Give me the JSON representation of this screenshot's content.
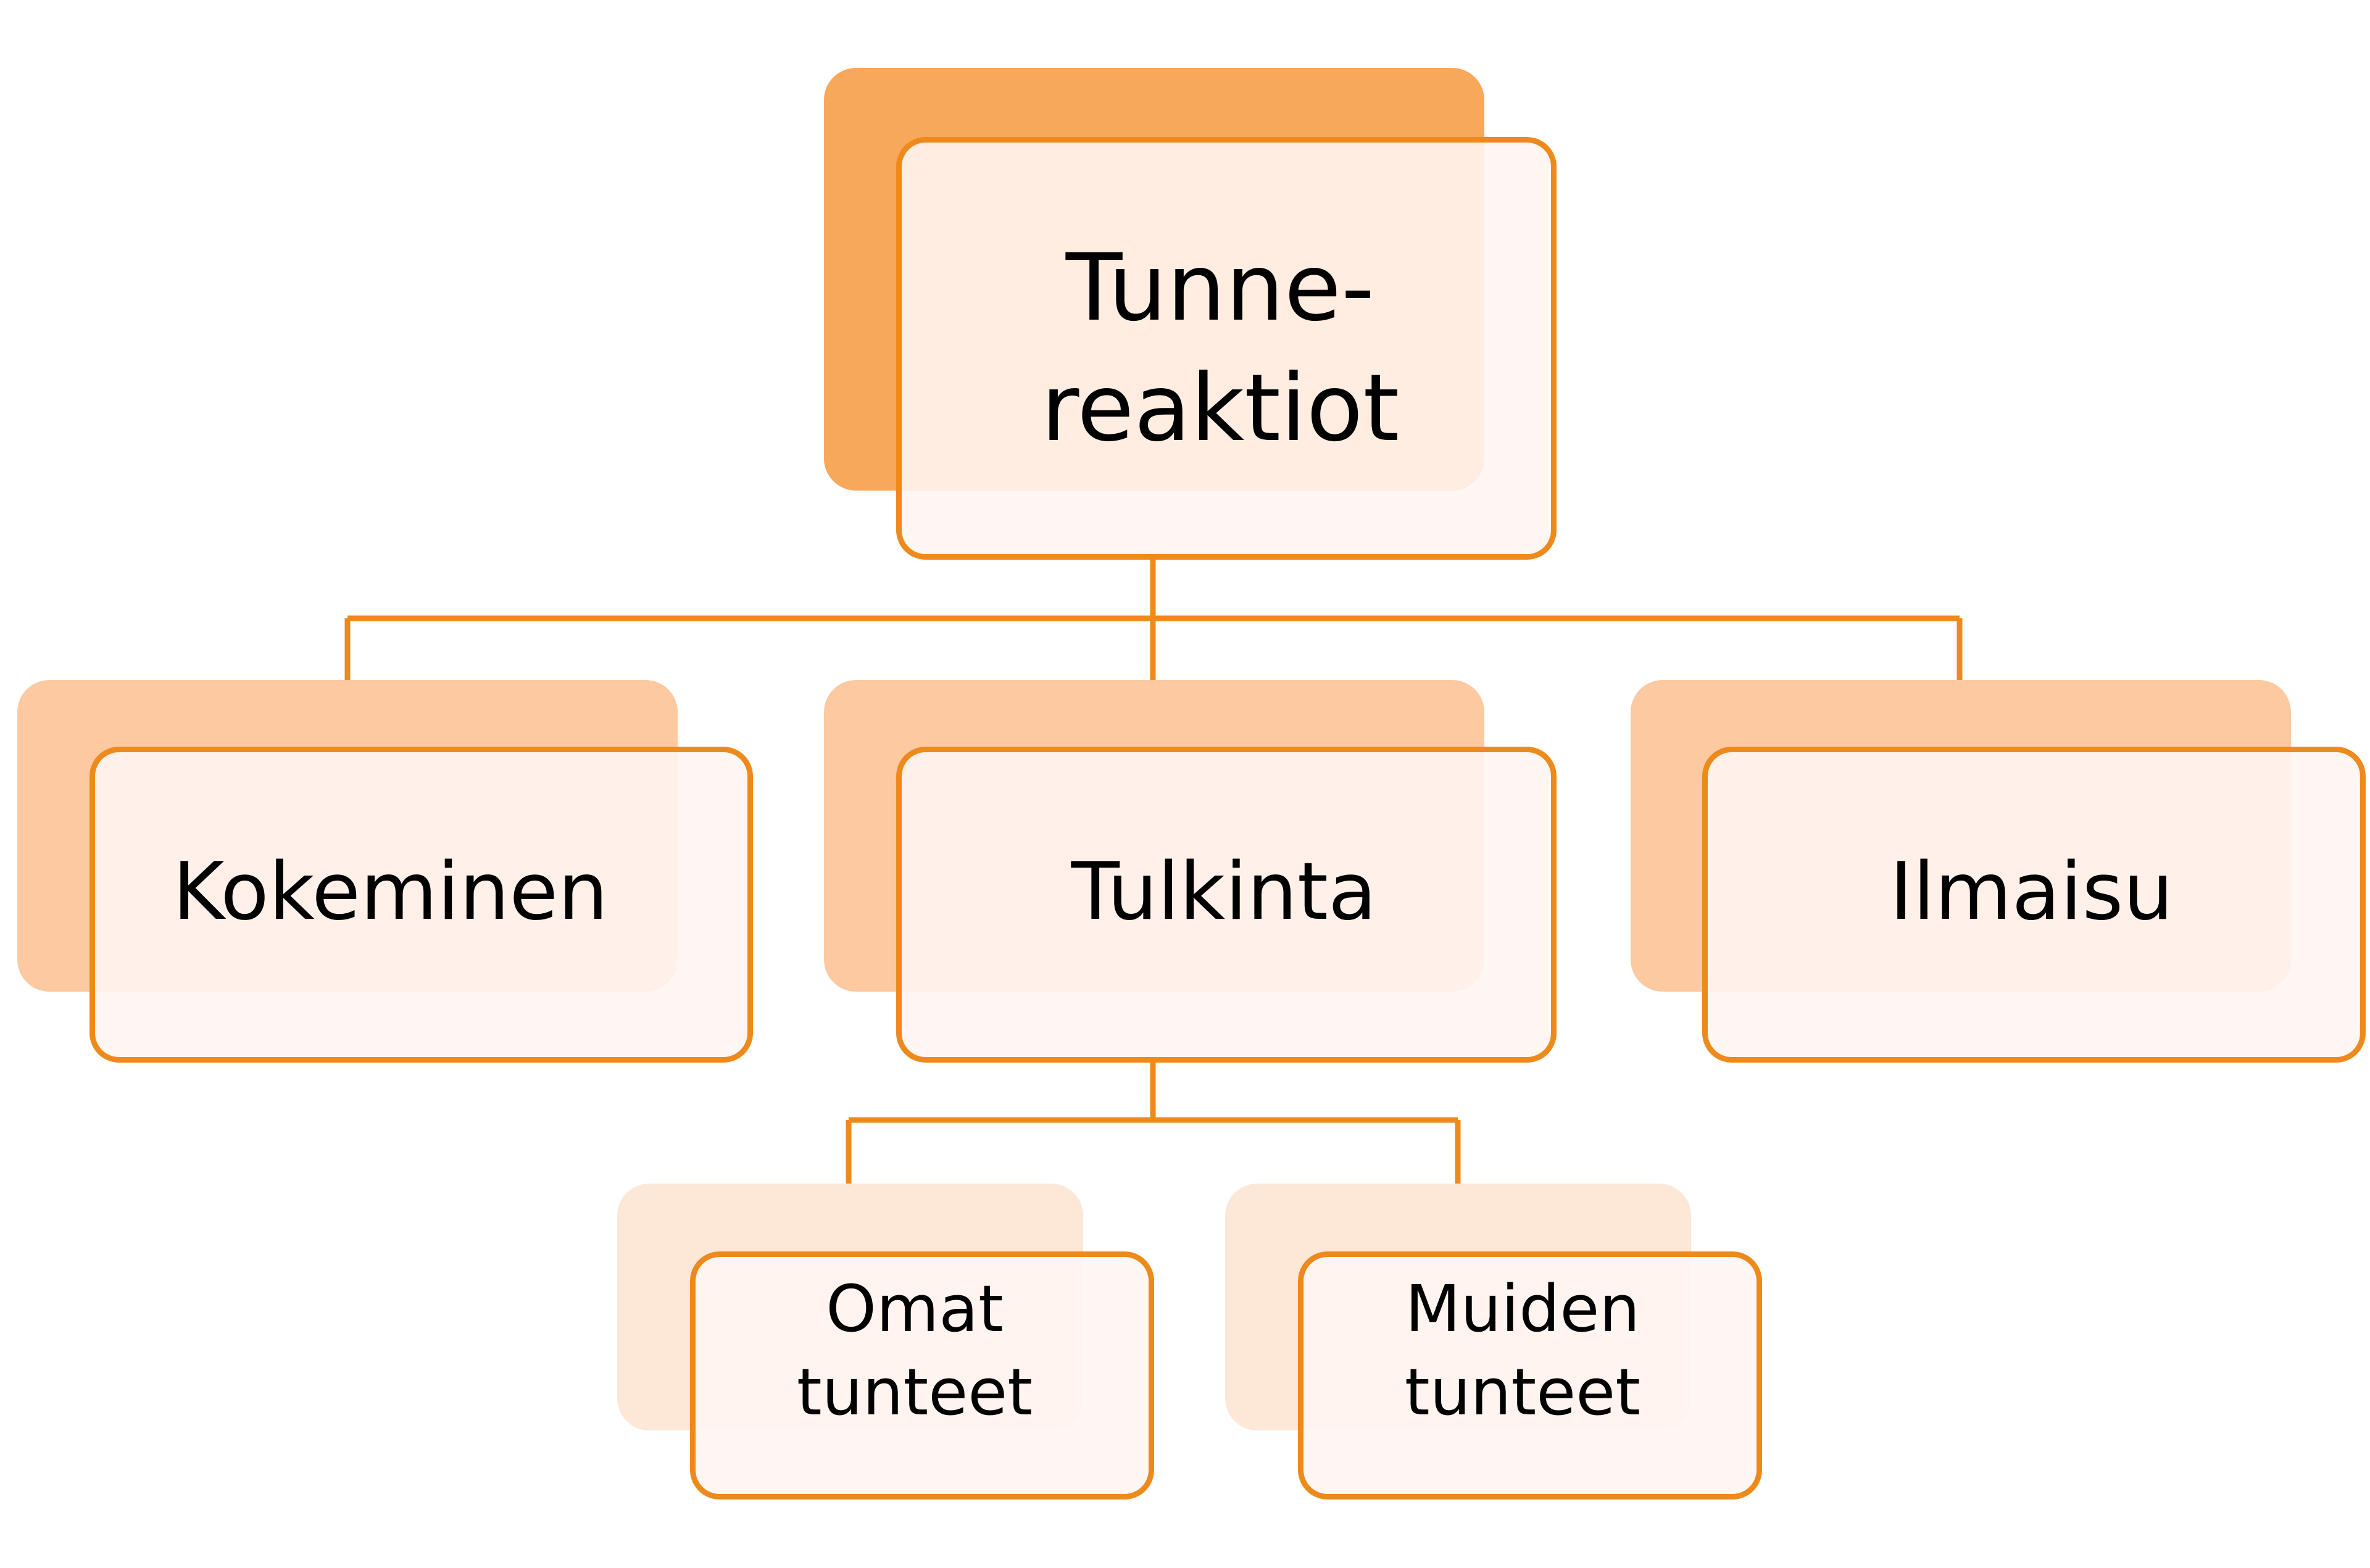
{
  "diagram": {
    "root": {
      "line1": "Tunne-",
      "line2": "reaktiot"
    },
    "children": [
      {
        "label": "Kokeminen"
      },
      {
        "label": "Tulkinta"
      },
      {
        "label": "Ilmaisu"
      }
    ],
    "grandchildren": [
      {
        "line1": "Omat",
        "line2": "tunteet"
      },
      {
        "line1": "Muiden",
        "line2": "tunteet"
      }
    ],
    "colors": {
      "accent": "#ee8a1c",
      "root_shadow": "#f7a85b",
      "mid_shadow": "#fcc9a0",
      "leaf_shadow": "#fde7d6",
      "card_fill": "#fff6f2"
    }
  }
}
